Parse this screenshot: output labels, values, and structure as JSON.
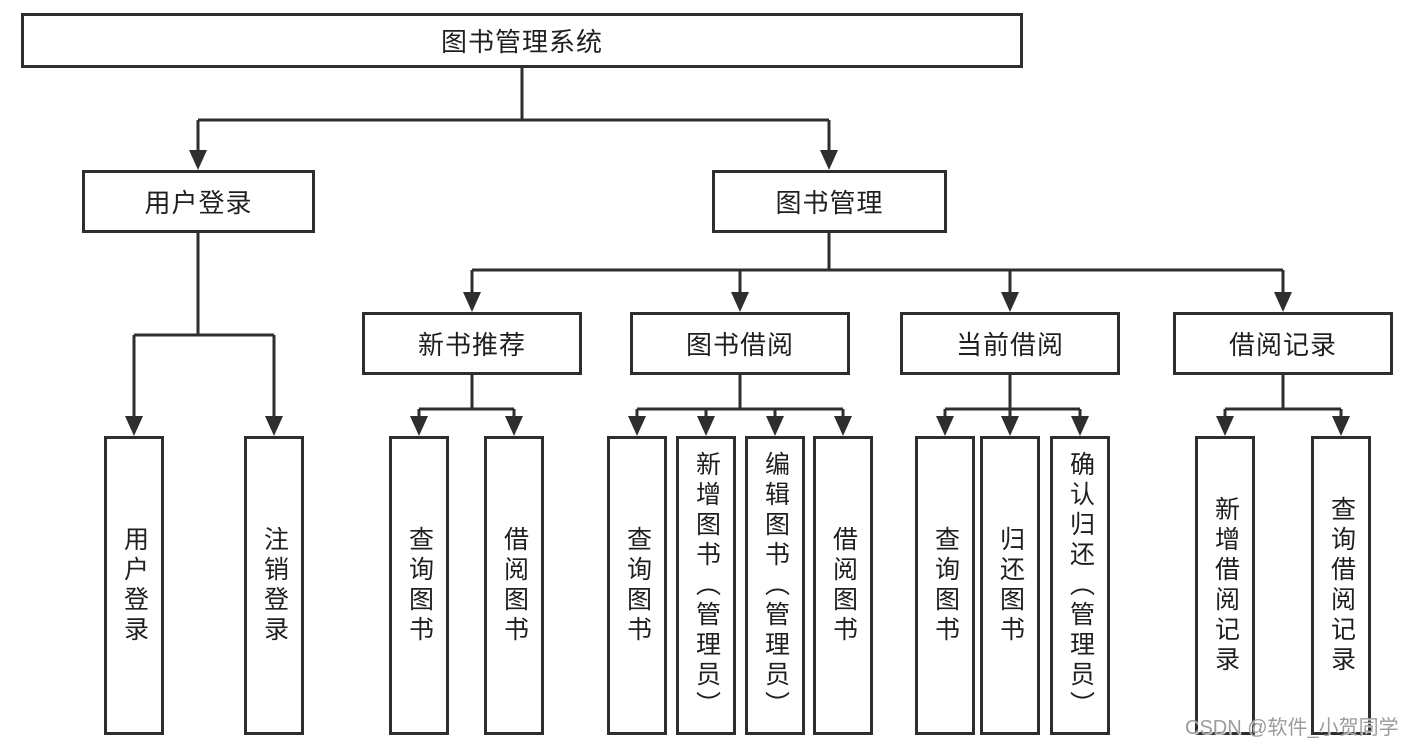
{
  "diagram": {
    "root": {
      "label": "图书管理系统"
    },
    "level2": {
      "user_login": "用户登录",
      "book_mgmt": "图书管理"
    },
    "level3": {
      "new_books": "新书推荐",
      "borrowing": "图书借阅",
      "current": "当前借阅",
      "records": "借阅记录"
    },
    "leaves": {
      "user_login": "用户登录",
      "logout": "注销登录",
      "nb_query": "查询图书",
      "nb_borrow": "借阅图书",
      "bb_query": "查询图书",
      "bb_add": "新增图书（管理员）",
      "bb_edit": "编辑图书（管理员）",
      "bb_borrow": "借阅图书",
      "cb_query": "查询图书",
      "cb_return": "归还图书",
      "cb_confirm": "确认归还（管理员）",
      "br_add": "新增借阅记录",
      "br_query": "查询借阅记录"
    }
  },
  "watermark": "CSDN @软件_小贺同学",
  "colors": {
    "line": "#2e2e2e",
    "text": "#1f1f1f",
    "watermark": "#9c9c9c",
    "background": "#ffffff"
  }
}
